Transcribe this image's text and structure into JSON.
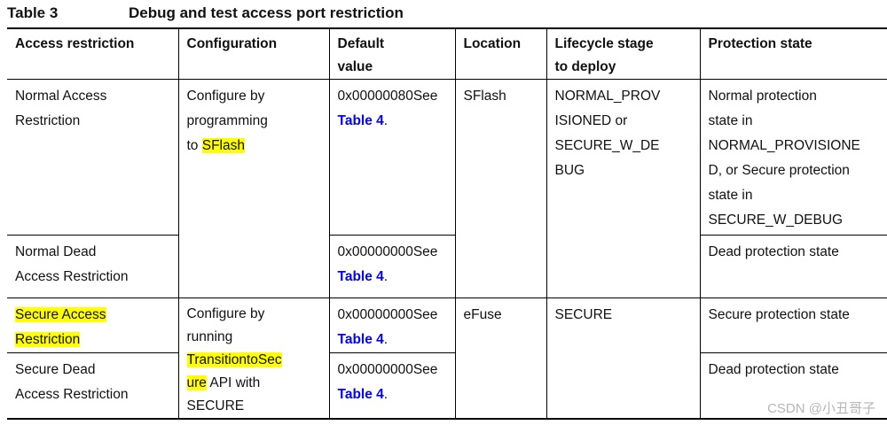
{
  "title": {
    "label": "Table 3",
    "caption": "Debug and test access port restriction"
  },
  "header": [
    "Access restriction",
    "Configuration",
    "Default\nvalue",
    "Location",
    "Lifecycle stage\nto deploy",
    "Protection state"
  ],
  "ref": {
    "see": "See ",
    "link": "Table 4",
    "dot": "."
  },
  "rows": {
    "r1": {
      "access": "Normal Access\nRestriction",
      "config_pre": "Configure by\nprogramming\nto ",
      "config_hl": "SFlash",
      "value": "0x00000080",
      "location": "SFlash",
      "lifecycle": "NORMAL_PROV\nISIONED or\nSECURE_W_DE\nBUG",
      "protection": "Normal protection\nstate in\nNORMAL_PROVISIONE\nD, or Secure protection\nstate in\nSECURE_W_DEBUG"
    },
    "r2": {
      "access": "Normal Dead\nAccess Restriction",
      "value": "0x00000000",
      "protection": "Dead protection state"
    },
    "r3": {
      "access_hl": "Secure Access\nRestriction",
      "config_pre": "Configure by\nrunning\n",
      "config_hl_a": "TransitiontoSec",
      "config_br": "\n",
      "config_hl_b": "ure",
      "config_post": " API with\nSECURE",
      "value": "0x00000000",
      "location": "eFuse",
      "lifecycle": "SECURE",
      "protection": "Secure protection state"
    },
    "r4": {
      "access": "Secure Dead\nAccess Restriction",
      "value": "0x00000000",
      "protection": "Dead protection state"
    }
  },
  "watermark": "CSDN @小丑哥子",
  "colors": {
    "highlight": "#ffff00",
    "link_blue": "#0000ff",
    "text": "#111111",
    "border": "#000000",
    "watermark_gray": "#b5b5b5"
  }
}
